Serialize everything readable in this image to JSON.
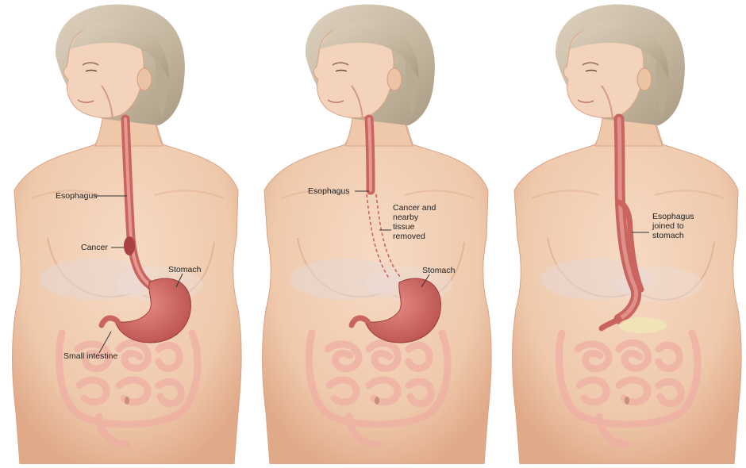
{
  "panels": [
    {
      "id": "before",
      "labels": {
        "esophagus": "Esophagus",
        "cancer": "Cancer",
        "stomach": "Stomach",
        "small_intestine": "Small intestine"
      }
    },
    {
      "id": "removed",
      "labels": {
        "esophagus": "Esophagus",
        "removed_line1": "Cancer and",
        "removed_line2": "nearby",
        "removed_line3": "tissue",
        "removed_line4": "removed",
        "stomach": "Stomach"
      }
    },
    {
      "id": "joined",
      "labels": {
        "joined_line1": "Esophagus",
        "joined_line2": "joined to",
        "joined_line3": "stomach"
      }
    }
  ],
  "colors": {
    "skin": "#f1cdb2",
    "skin_shadow": "#e2ad8d",
    "hair": "#c9bba5",
    "esophagus": "#c9645e",
    "stomach": "#d86a67",
    "intestine": "#f3b8ae",
    "label_line": "#333333"
  }
}
